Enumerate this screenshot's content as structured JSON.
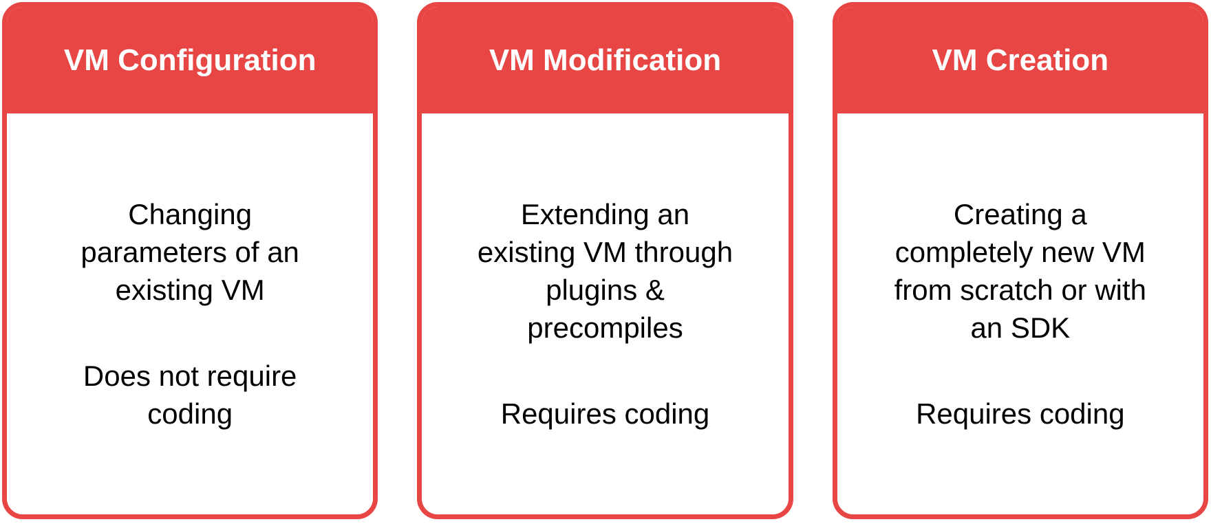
{
  "colors": {
    "accent_red": "#E84545",
    "header_text": "#ffffff",
    "body_text": "#000000",
    "page_background": "#ffffff"
  },
  "cards": [
    {
      "title": "VM Configuration",
      "description_lines": [
        "Changing",
        "parameters of an",
        "existing VM"
      ],
      "coding_lines": [
        "Does not require",
        "coding"
      ]
    },
    {
      "title": "VM Modification",
      "description_lines": [
        "Extending an",
        "existing VM through",
        "plugins &",
        "precompiles"
      ],
      "coding_lines": [
        "Requires coding"
      ]
    },
    {
      "title": "VM Creation",
      "description_lines": [
        "Creating a",
        "completely new VM",
        "from scratch or with",
        "an SDK"
      ],
      "coding_lines": [
        "Requires coding"
      ]
    }
  ]
}
